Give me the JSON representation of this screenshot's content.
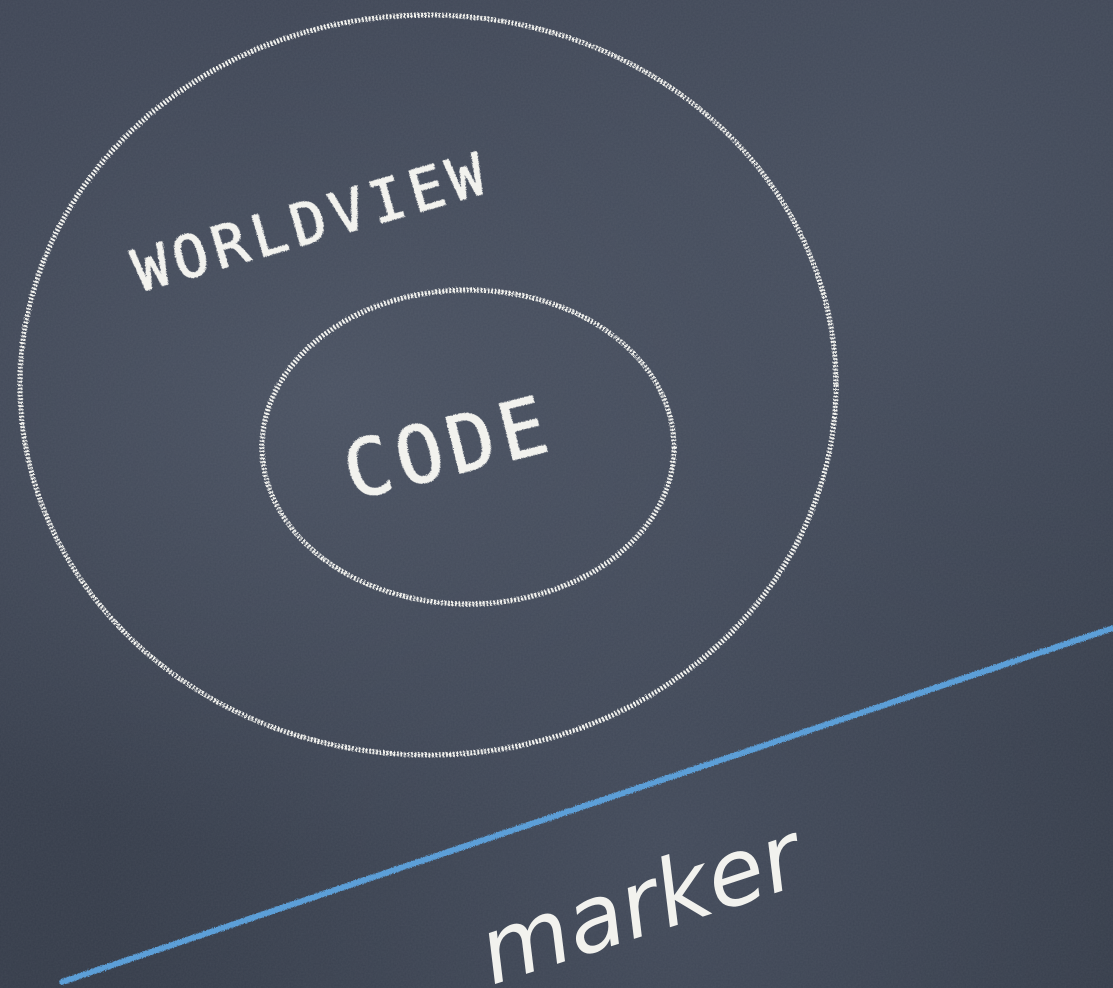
{
  "labels": {
    "outer": "WORLDVIEW",
    "inner": "CODE",
    "line": "marker"
  },
  "colors": {
    "board": "#3a4150",
    "chalk": "#f2f2ee",
    "marker_line": "#5b9fd8"
  }
}
